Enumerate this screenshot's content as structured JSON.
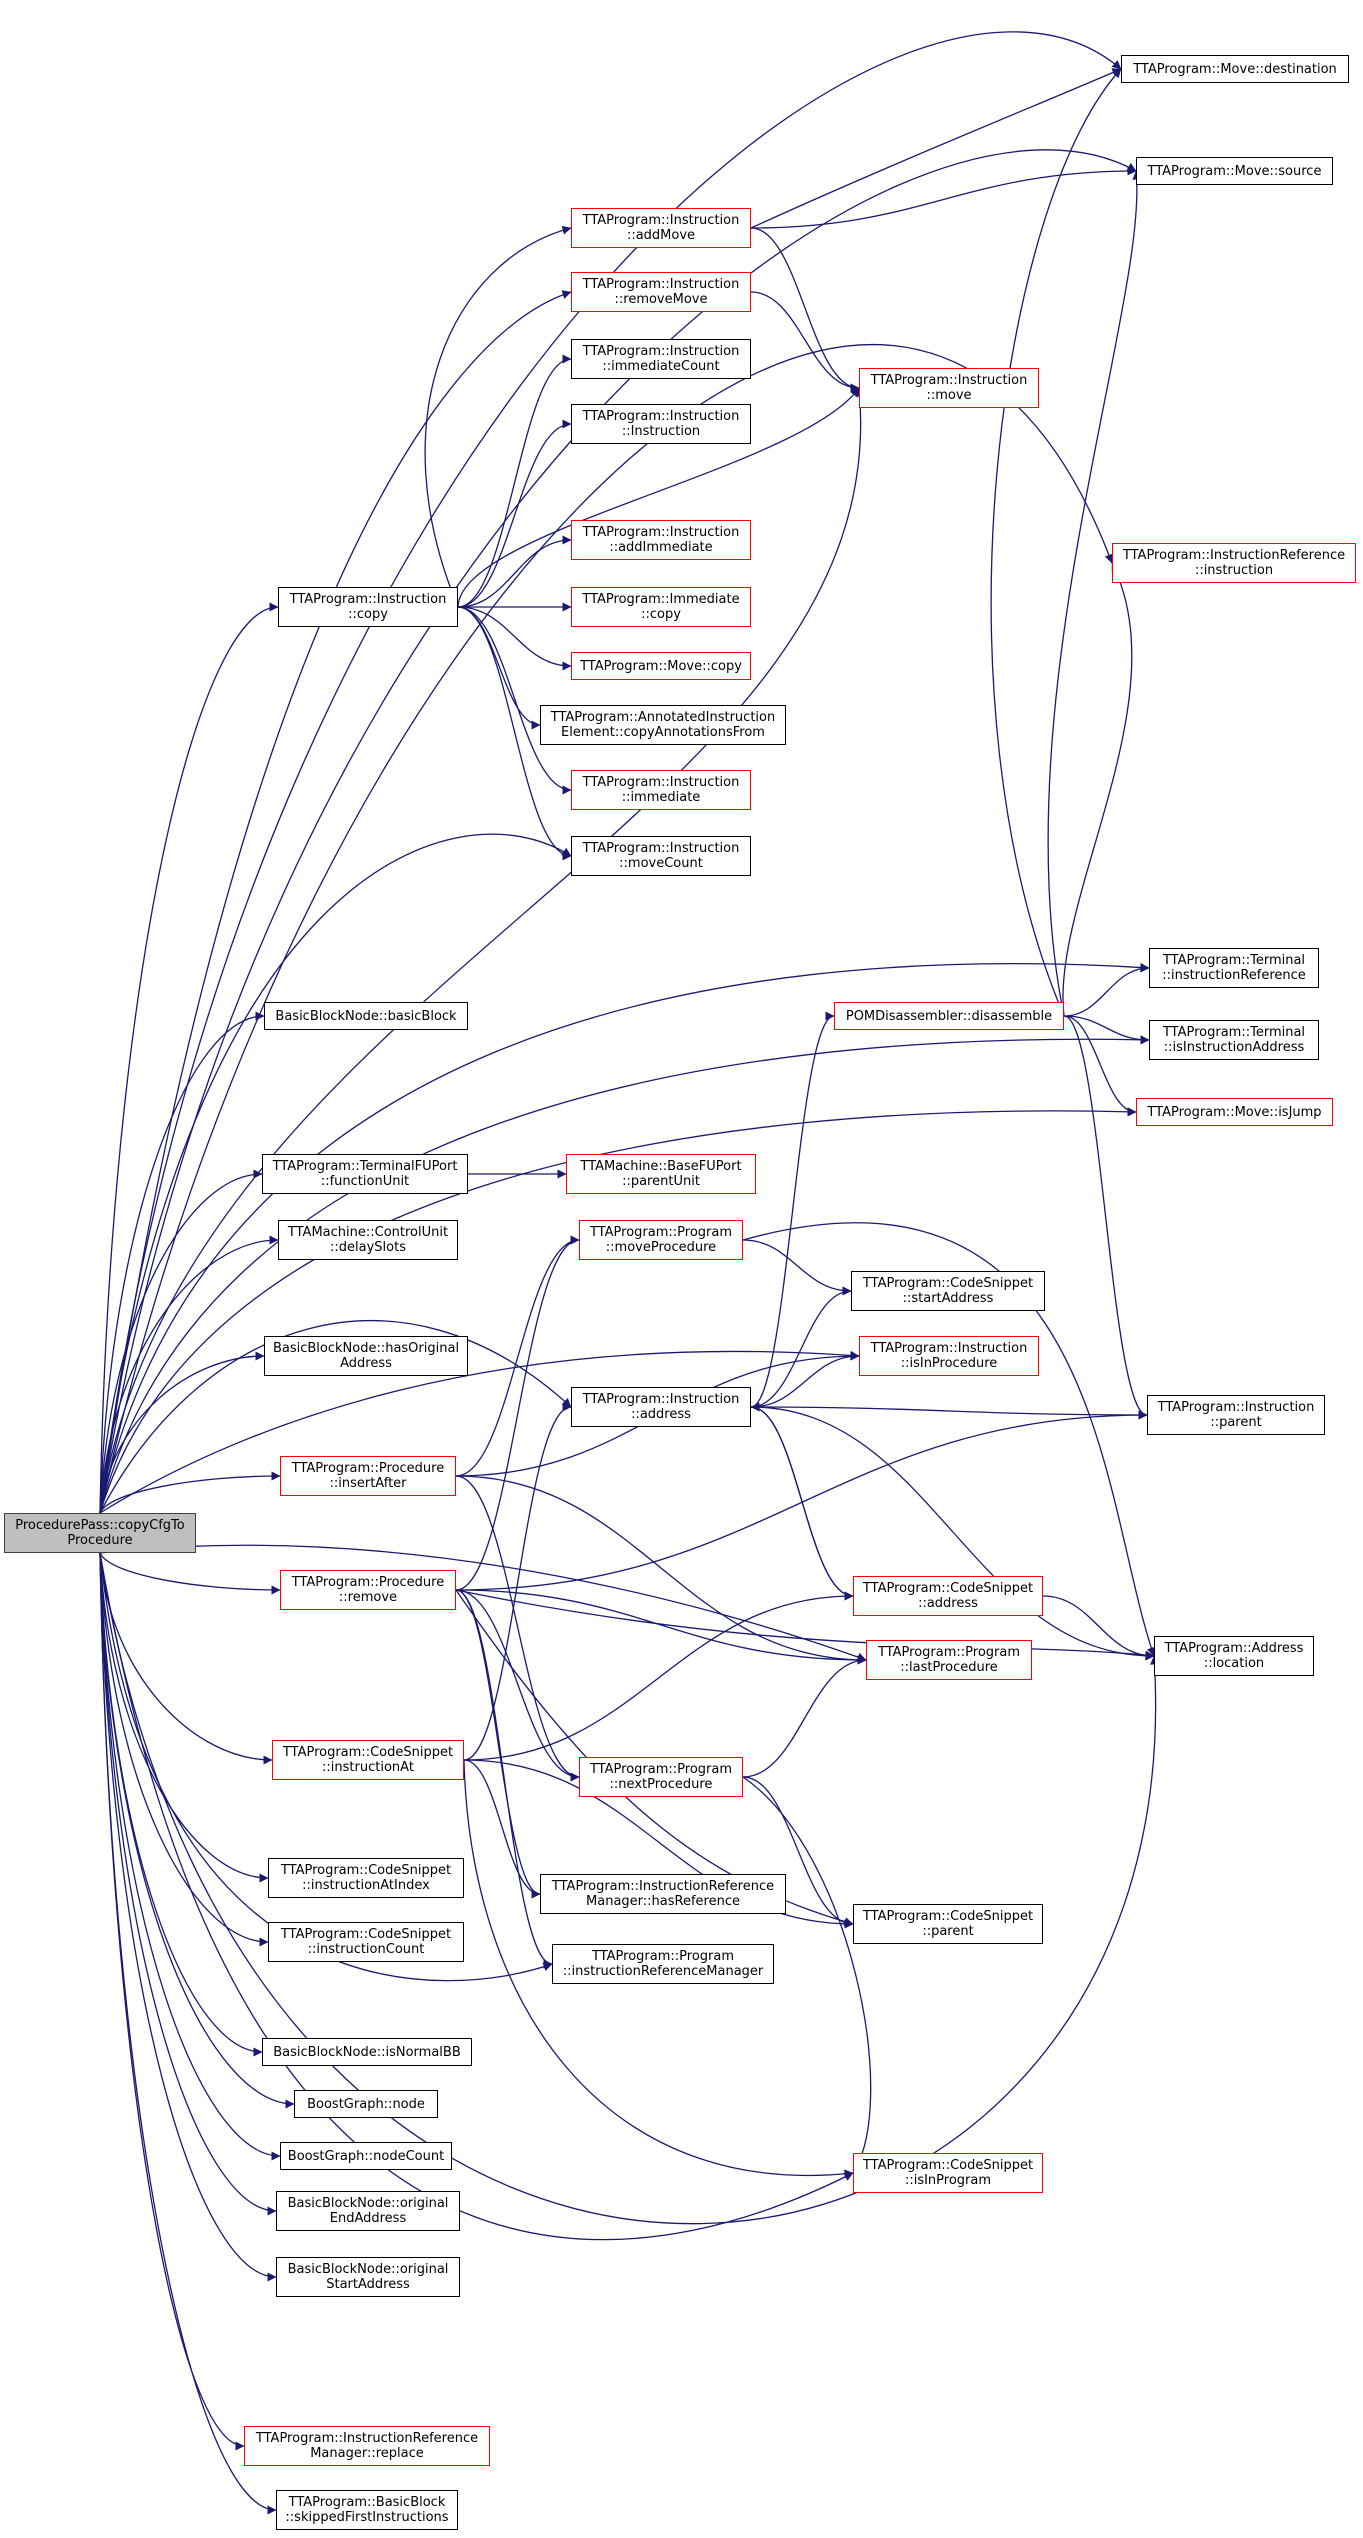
{
  "colors": {
    "edge": "#191970",
    "normal_border": "#000000",
    "highlight_border": "#ff0000",
    "root_fill": "#bfbfbf"
  },
  "nodes": [
    {
      "id": "root",
      "lines": [
        "ProcedurePass::copyCfgTo",
        "Procedure"
      ],
      "style": "root"
    },
    {
      "id": "move_destination",
      "lines": [
        "TTAProgram::Move::destination"
      ],
      "style": "normal"
    },
    {
      "id": "move_source",
      "lines": [
        "TTAProgram::Move::source"
      ],
      "style": "normal"
    },
    {
      "id": "instr_addMove",
      "lines": [
        "TTAProgram::Instruction",
        "::addMove"
      ],
      "style": "red"
    },
    {
      "id": "instr_removeMove",
      "lines": [
        "TTAProgram::Instruction",
        "::removeMove"
      ],
      "style": "red"
    },
    {
      "id": "instr_immediateCount",
      "lines": [
        "TTAProgram::Instruction",
        "::immediateCount"
      ],
      "style": "normal"
    },
    {
      "id": "instr_move",
      "lines": [
        "TTAProgram::Instruction",
        "::move"
      ],
      "style": "red"
    },
    {
      "id": "instr_Instruction",
      "lines": [
        "TTAProgram::Instruction",
        "::Instruction"
      ],
      "style": "normal"
    },
    {
      "id": "instr_addImmediate",
      "lines": [
        "TTAProgram::Instruction",
        "::addImmediate"
      ],
      "style": "red"
    },
    {
      "id": "instrref_instruction",
      "lines": [
        "TTAProgram::InstructionReference",
        "::instruction"
      ],
      "style": "red"
    },
    {
      "id": "instr_copy",
      "lines": [
        "TTAProgram::Instruction",
        "::copy"
      ],
      "style": "normal"
    },
    {
      "id": "immediate_copy",
      "lines": [
        "TTAProgram::Immediate",
        "::copy"
      ],
      "style": "red"
    },
    {
      "id": "move_copy",
      "lines": [
        "TTAProgram::Move::copy"
      ],
      "style": "red"
    },
    {
      "id": "annot_copy",
      "lines": [
        "TTAProgram::AnnotatedInstruction",
        "Element::copyAnnotationsFrom"
      ],
      "style": "normal"
    },
    {
      "id": "instr_immediate",
      "lines": [
        "TTAProgram::Instruction",
        "::immediate"
      ],
      "style": "red"
    },
    {
      "id": "instr_moveCount",
      "lines": [
        "TTAProgram::Instruction",
        "::moveCount"
      ],
      "style": "normal"
    },
    {
      "id": "terminal_instrRef",
      "lines": [
        "TTAProgram::Terminal",
        "::instructionReference"
      ],
      "style": "normal"
    },
    {
      "id": "bb_basicBlock",
      "lines": [
        "BasicBlockNode::basicBlock"
      ],
      "style": "normal"
    },
    {
      "id": "pom_disassemble",
      "lines": [
        "POMDisassembler::disassemble"
      ],
      "style": "red"
    },
    {
      "id": "terminal_isInstrAddr",
      "lines": [
        "TTAProgram::Terminal",
        "::isInstructionAddress"
      ],
      "style": "normal"
    },
    {
      "id": "move_isJump",
      "lines": [
        "TTAProgram::Move::isJump"
      ],
      "style": "red"
    },
    {
      "id": "tfu_functionUnit",
      "lines": [
        "TTAProgram::TerminalFUPort",
        "::functionUnit"
      ],
      "style": "normal"
    },
    {
      "id": "basefu_parentUnit",
      "lines": [
        "TTAMachine::BaseFUPort",
        "::parentUnit"
      ],
      "style": "red"
    },
    {
      "id": "cu_delaySlots",
      "lines": [
        "TTAMachine::ControlUnit",
        "::delaySlots"
      ],
      "style": "normal"
    },
    {
      "id": "prog_moveProcedure",
      "lines": [
        "TTAProgram::Program",
        "::moveProcedure"
      ],
      "style": "red"
    },
    {
      "id": "cs_startAddress",
      "lines": [
        "TTAProgram::CodeSnippet",
        "::startAddress"
      ],
      "style": "normal"
    },
    {
      "id": "bb_hasOriginal",
      "lines": [
        "BasicBlockNode::hasOriginal",
        "Address"
      ],
      "style": "normal"
    },
    {
      "id": "instr_isInProcedure",
      "lines": [
        "TTAProgram::Instruction",
        "::isInProcedure"
      ],
      "style": "red"
    },
    {
      "id": "instr_address",
      "lines": [
        "TTAProgram::Instruction",
        "::address"
      ],
      "style": "normal"
    },
    {
      "id": "instr_parent",
      "lines": [
        "TTAProgram::Instruction",
        "::parent"
      ],
      "style": "normal"
    },
    {
      "id": "proc_insertAfter",
      "lines": [
        "TTAProgram::Procedure",
        "::insertAfter"
      ],
      "style": "red"
    },
    {
      "id": "proc_remove",
      "lines": [
        "TTAProgram::Procedure",
        "::remove"
      ],
      "style": "red"
    },
    {
      "id": "cs_address",
      "lines": [
        "TTAProgram::CodeSnippet",
        "::address"
      ],
      "style": "red"
    },
    {
      "id": "prog_lastProcedure",
      "lines": [
        "TTAProgram::Program",
        "::lastProcedure"
      ],
      "style": "red"
    },
    {
      "id": "addr_location",
      "lines": [
        "TTAProgram::Address",
        "::location"
      ],
      "style": "normal"
    },
    {
      "id": "cs_instructionAt",
      "lines": [
        "TTAProgram::CodeSnippet",
        "::instructionAt"
      ],
      "style": "red"
    },
    {
      "id": "prog_nextProcedure",
      "lines": [
        "TTAProgram::Program",
        "::nextProcedure"
      ],
      "style": "red"
    },
    {
      "id": "cs_instrAtIndex",
      "lines": [
        "TTAProgram::CodeSnippet",
        "::instructionAtIndex"
      ],
      "style": "normal"
    },
    {
      "id": "irm_hasReference",
      "lines": [
        "TTAProgram::InstructionReference",
        "Manager::hasReference"
      ],
      "style": "normal"
    },
    {
      "id": "cs_parent",
      "lines": [
        "TTAProgram::CodeSnippet",
        "::parent"
      ],
      "style": "normal"
    },
    {
      "id": "cs_instrCount",
      "lines": [
        "TTAProgram::CodeSnippet",
        "::instructionCount"
      ],
      "style": "normal"
    },
    {
      "id": "prog_irm",
      "lines": [
        "TTAProgram::Program",
        "::instructionReferenceManager"
      ],
      "style": "normal"
    },
    {
      "id": "bb_isNormalBB",
      "lines": [
        "BasicBlockNode::isNormalBB"
      ],
      "style": "normal"
    },
    {
      "id": "bg_node",
      "lines": [
        "BoostGraph::node"
      ],
      "style": "normal"
    },
    {
      "id": "bg_nodeCount",
      "lines": [
        "BoostGraph::nodeCount"
      ],
      "style": "normal"
    },
    {
      "id": "cs_isInProgram",
      "lines": [
        "TTAProgram::CodeSnippet",
        "::isInProgram"
      ],
      "style": "red"
    },
    {
      "id": "bb_origEnd",
      "lines": [
        "BasicBlockNode::original",
        "EndAddress"
      ],
      "style": "normal"
    },
    {
      "id": "bb_origStart",
      "lines": [
        "BasicBlockNode::original",
        "StartAddress"
      ],
      "style": "normal"
    },
    {
      "id": "irm_replace",
      "lines": [
        "TTAProgram::InstructionReference",
        "Manager::replace"
      ],
      "style": "red"
    },
    {
      "id": "bb_skippedFirst",
      "lines": [
        "TTAProgram::BasicBlock",
        "::skippedFirstInstructions"
      ],
      "style": "normal"
    }
  ],
  "edges": [
    [
      "root",
      "move_destination"
    ],
    [
      "root",
      "move_source"
    ],
    [
      "root",
      "instrref_instruction"
    ],
    [
      "root",
      "instr_removeMove"
    ],
    [
      "root",
      "instr_copy"
    ],
    [
      "root",
      "instr_moveCount"
    ],
    [
      "root",
      "instr_move"
    ],
    [
      "root",
      "terminal_instrRef"
    ],
    [
      "root",
      "bb_basicBlock"
    ],
    [
      "root",
      "terminal_isInstrAddr"
    ],
    [
      "root",
      "move_isJump"
    ],
    [
      "root",
      "tfu_functionUnit"
    ],
    [
      "root",
      "cu_delaySlots"
    ],
    [
      "root",
      "instr_address"
    ],
    [
      "root",
      "bb_hasOriginal"
    ],
    [
      "root",
      "instr_isInProcedure"
    ],
    [
      "root",
      "proc_insertAfter"
    ],
    [
      "root",
      "prog_lastProcedure"
    ],
    [
      "root",
      "proc_remove"
    ],
    [
      "root",
      "cs_instructionAt"
    ],
    [
      "root",
      "cs_instrAtIndex"
    ],
    [
      "root",
      "cs_instrCount"
    ],
    [
      "root",
      "prog_irm"
    ],
    [
      "root",
      "bb_isNormalBB"
    ],
    [
      "root",
      "bg_node"
    ],
    [
      "root",
      "bg_nodeCount"
    ],
    [
      "root",
      "bb_origEnd"
    ],
    [
      "root",
      "bb_origStart"
    ],
    [
      "root",
      "cs_isInProgram"
    ],
    [
      "root",
      "addr_location"
    ],
    [
      "root",
      "irm_replace"
    ],
    [
      "root",
      "bb_skippedFirst"
    ],
    [
      "instr_copy",
      "instr_addMove"
    ],
    [
      "instr_copy",
      "instr_immediateCount"
    ],
    [
      "instr_copy",
      "instr_Instruction"
    ],
    [
      "instr_copy",
      "instr_move"
    ],
    [
      "instr_copy",
      "instr_addImmediate"
    ],
    [
      "instr_copy",
      "immediate_copy"
    ],
    [
      "instr_copy",
      "move_copy"
    ],
    [
      "instr_copy",
      "annot_copy"
    ],
    [
      "instr_copy",
      "instr_immediate"
    ],
    [
      "instr_copy",
      "instr_moveCount"
    ],
    [
      "instr_addMove",
      "move_destination"
    ],
    [
      "instr_addMove",
      "move_source"
    ],
    [
      "instr_addMove",
      "instr_move"
    ],
    [
      "instr_removeMove",
      "instr_move"
    ],
    [
      "pom_disassemble",
      "move_destination"
    ],
    [
      "pom_disassemble",
      "move_source"
    ],
    [
      "pom_disassemble",
      "instrref_instruction"
    ],
    [
      "pom_disassemble",
      "terminal_instrRef"
    ],
    [
      "pom_disassemble",
      "terminal_isInstrAddr"
    ],
    [
      "pom_disassemble",
      "move_isJump"
    ],
    [
      "pom_disassemble",
      "instr_parent"
    ],
    [
      "tfu_functionUnit",
      "basefu_parentUnit"
    ],
    [
      "prog_moveProcedure",
      "cs_startAddress"
    ],
    [
      "prog_moveProcedure",
      "addr_location"
    ],
    [
      "instr_address",
      "pom_disassemble"
    ],
    [
      "instr_address",
      "cs_startAddress"
    ],
    [
      "instr_address",
      "instr_isInProcedure"
    ],
    [
      "instr_address",
      "instr_parent"
    ],
    [
      "instr_address",
      "cs_address"
    ],
    [
      "instr_address",
      "addr_location"
    ],
    [
      "proc_insertAfter",
      "prog_moveProcedure"
    ],
    [
      "proc_insertAfter",
      "instr_isInProcedure"
    ],
    [
      "proc_insertAfter",
      "prog_lastProcedure"
    ],
    [
      "proc_insertAfter",
      "prog_nextProcedure"
    ],
    [
      "proc_remove",
      "prog_moveProcedure"
    ],
    [
      "proc_remove",
      "instr_parent"
    ],
    [
      "proc_remove",
      "prog_lastProcedure"
    ],
    [
      "proc_remove",
      "addr_location"
    ],
    [
      "proc_remove",
      "prog_nextProcedure"
    ],
    [
      "proc_remove",
      "irm_hasReference"
    ],
    [
      "proc_remove",
      "cs_parent"
    ],
    [
      "proc_remove",
      "prog_irm"
    ],
    [
      "cs_address",
      "instr_address"
    ],
    [
      "cs_address",
      "addr_location"
    ],
    [
      "cs_instructionAt",
      "instr_address"
    ],
    [
      "cs_instructionAt",
      "cs_address"
    ],
    [
      "cs_instructionAt",
      "irm_hasReference"
    ],
    [
      "cs_instructionAt",
      "cs_parent"
    ],
    [
      "cs_instructionAt",
      "cs_isInProgram"
    ],
    [
      "prog_nextProcedure",
      "prog_lastProcedure"
    ],
    [
      "prog_nextProcedure",
      "cs_parent"
    ],
    [
      "prog_nextProcedure",
      "cs_isInProgram"
    ]
  ]
}
